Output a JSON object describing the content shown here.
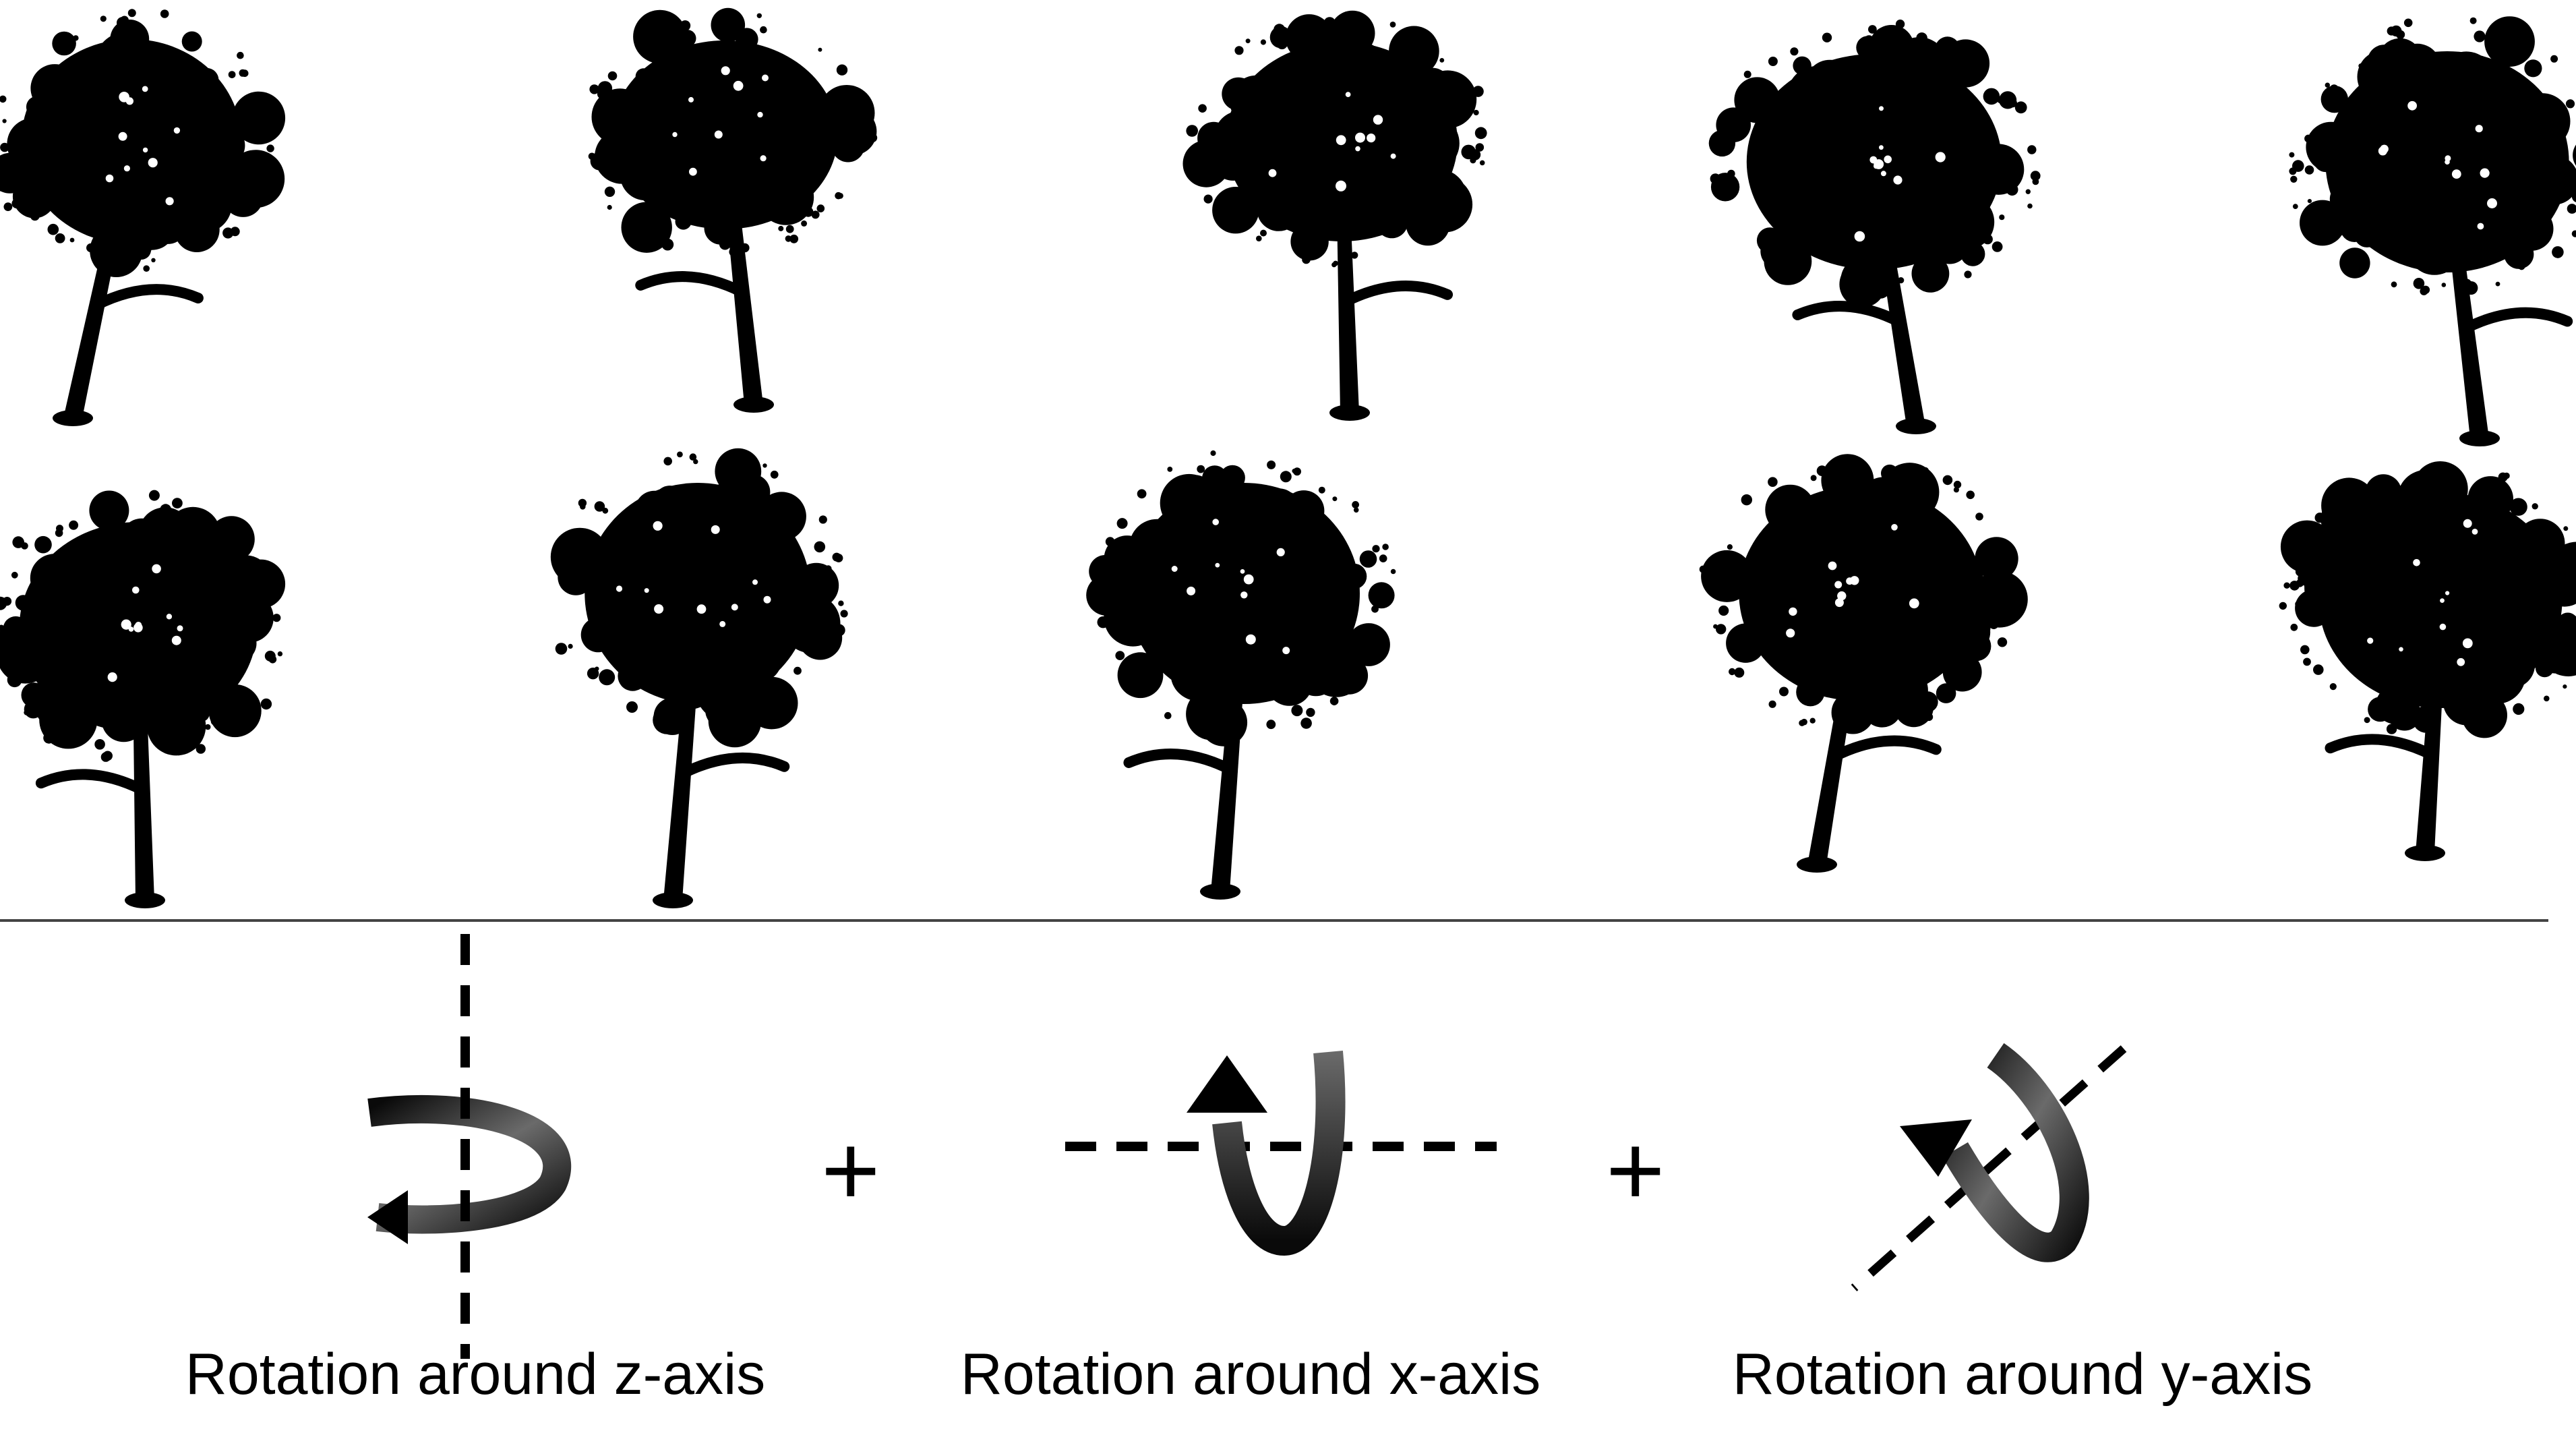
{
  "figure": {
    "tree_rows": [
      {
        "row": "top",
        "trees": [
          "tree-view-1",
          "tree-view-2",
          "tree-view-3",
          "tree-view-4",
          "tree-view-5"
        ]
      },
      {
        "row": "bottom",
        "trees": [
          "tree-view-6",
          "tree-view-7",
          "tree-view-8",
          "tree-view-9",
          "tree-view-10"
        ]
      }
    ],
    "rotations": [
      {
        "label": "Rotation around z-axis",
        "axis": "z",
        "icon": "rotation-z-icon"
      },
      {
        "label": "Rotation around x-axis",
        "axis": "x",
        "icon": "rotation-x-icon"
      },
      {
        "label": "Rotation around y-axis",
        "axis": "y",
        "icon": "rotation-y-icon"
      }
    ],
    "operators": [
      "+",
      "+"
    ],
    "colors": {
      "foreground": "#000000",
      "background": "#ffffff",
      "arrow_light": "#6a6a6a",
      "arrow_dark": "#0a0a0a",
      "divider": "#444444"
    }
  }
}
